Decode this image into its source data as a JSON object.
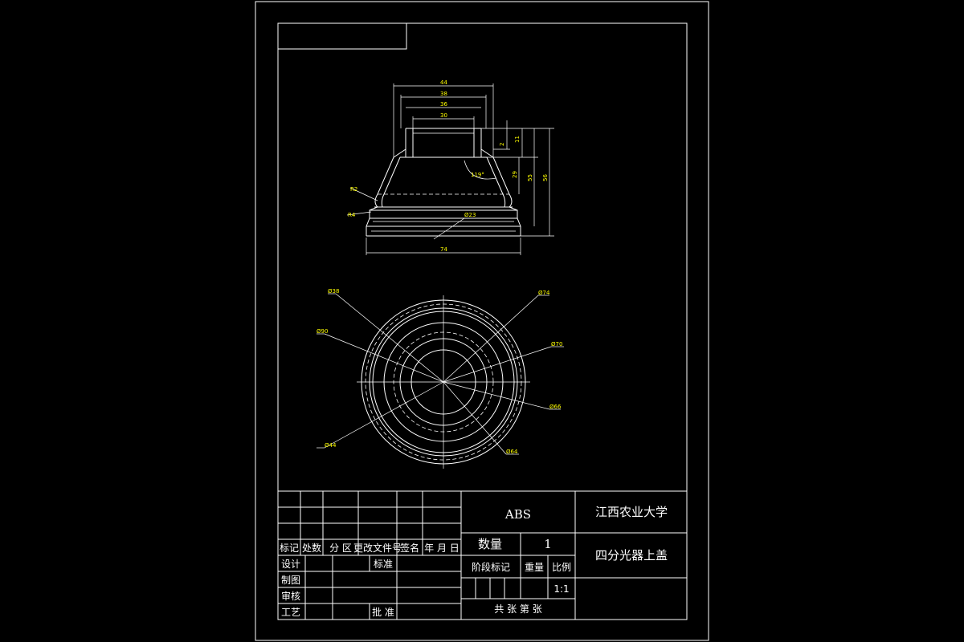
{
  "front_view": {
    "dims": {
      "d44": "44",
      "d38": "38",
      "d36": "36",
      "d30": "30",
      "d2": "2",
      "d11": "11",
      "d29": "29",
      "d55": "55",
      "d56": "56",
      "d74": "74",
      "angle": "119°",
      "r2": "R2",
      "r4": "R4",
      "phi23": "Ø23"
    }
  },
  "top_view": {
    "dims": {
      "phi38": "Ø38",
      "phi74": "Ø74",
      "phi90": "Ø90",
      "phi70": "Ø70",
      "phi66": "Ø66",
      "phi44": "Ø44",
      "phi64": "Ø64"
    }
  },
  "title_block": {
    "material": "ABS",
    "school": "江西农业大学",
    "part_name": "四分光器上盖",
    "qty_label": "数量",
    "qty_value": "1",
    "stage_label": "阶段标记",
    "weight_label": "重量",
    "scale_label": "比例",
    "scale_value": "1:1",
    "sheets_label": "共  张  第  张",
    "rev_header": [
      "标记",
      "处数",
      "分 区",
      "更改文件号",
      "签名",
      "年 月 日"
    ],
    "design": "设计",
    "standard": "标准",
    "drawing": "制图",
    "review": "审核",
    "process": "工艺",
    "approve": "批 准"
  }
}
